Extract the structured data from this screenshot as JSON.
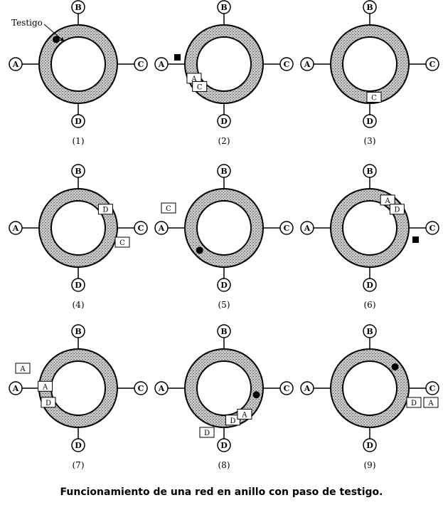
{
  "caption": "Funcionamiento de una red en anillo con paso de testigo.",
  "token_label": "Testigo",
  "node_labels": [
    "A",
    "B",
    "C",
    "D"
  ],
  "panels": [
    {
      "label": "(1)",
      "token": "on-ring",
      "frames": [],
      "note": ""
    },
    {
      "label": "(2)",
      "token": "at-A",
      "frames": [
        {
          "text": "A",
          "location": "ring"
        },
        {
          "text": "C",
          "location": "ring"
        }
      ],
      "note": ""
    },
    {
      "label": "(3)",
      "token": "none",
      "frames": [
        {
          "text": "C",
          "location": "ring-bottom"
        }
      ],
      "note": ""
    },
    {
      "label": "(4)",
      "token": "none",
      "frames": [
        {
          "text": "C",
          "location": "leaving-C"
        },
        {
          "text": "D",
          "location": "ring"
        }
      ],
      "note": ""
    },
    {
      "label": "(5)",
      "token": "on-ring",
      "frames": [
        {
          "text": "C",
          "location": "leaving-A"
        }
      ],
      "note": ""
    },
    {
      "label": "(6)",
      "token": "at-C",
      "frames": [
        {
          "text": "A",
          "location": "ring"
        },
        {
          "text": "D",
          "location": "ring"
        }
      ],
      "note": ""
    },
    {
      "label": "(7)",
      "token": "none",
      "frames": [
        {
          "text": "A",
          "location": "leaving-A"
        },
        {
          "text": "D",
          "location": "ring"
        },
        {
          "text": "A",
          "location": "ring"
        }
      ],
      "note": ""
    },
    {
      "label": "(8)",
      "token": "on-ring",
      "frames": [
        {
          "text": "D",
          "location": "leaving-D"
        },
        {
          "text": "D",
          "location": "ring"
        },
        {
          "text": "A",
          "location": "ring"
        }
      ],
      "note": ""
    },
    {
      "label": "(9)",
      "token": "on-ring",
      "frames": [
        {
          "text": "D",
          "location": "leaving-C"
        },
        {
          "text": "A",
          "location": "leaving-C"
        }
      ],
      "note": ""
    }
  ]
}
